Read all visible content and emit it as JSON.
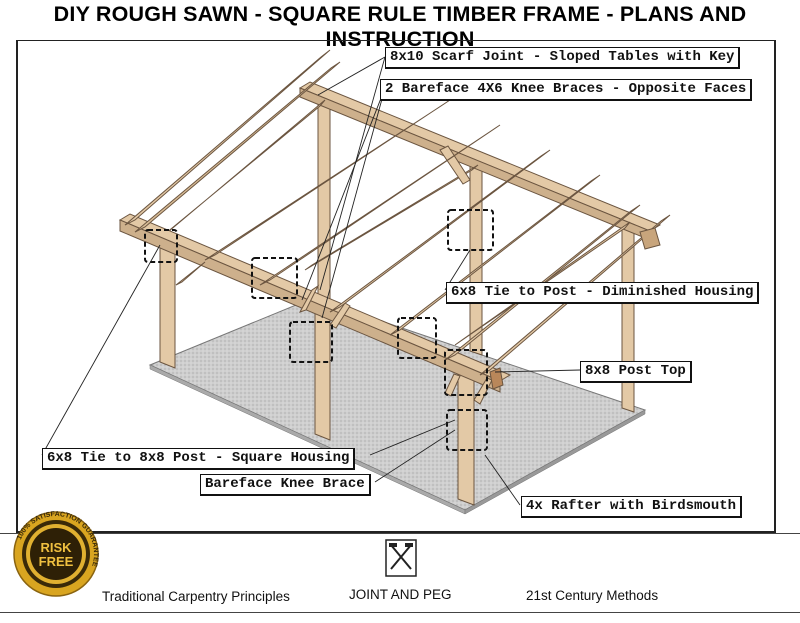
{
  "title": "DIY ROUGH SAWN - SQUARE RULE TIMBER FRAME - PLANS AND INSTRUCTION",
  "callouts": {
    "scarf": "8x10 Scarf Joint - Sloped Tables with Key",
    "knee": "2 Bareface 4X6 Knee Braces - Opposite Faces",
    "tie_dim": "6x8 Tie to Post - Diminished Housing",
    "post_top": "8x8 Post Top",
    "tie_sq": "6x8 Tie to 8x8 Post - Square Housing",
    "bareface": "Bareface Knee Brace",
    "rafter": "4x Rafter with Birdsmouth"
  },
  "footer": {
    "left": "Traditional Carpentry Principles",
    "center": "JOINT AND PEG",
    "right": "21st Century Methods",
    "fine_print": "JOINT AND PEG"
  },
  "seal": {
    "ring_text": "100% SATISFACTION GUARANTEE",
    "center_top": "RISK",
    "center_bottom": "FREE"
  },
  "colors": {
    "timber": "#e3c9a6",
    "timber_edge": "#6b5540",
    "slab": "#c9c9c9",
    "seal_gold": "#d9a520",
    "seal_dark": "#3a2a08"
  }
}
